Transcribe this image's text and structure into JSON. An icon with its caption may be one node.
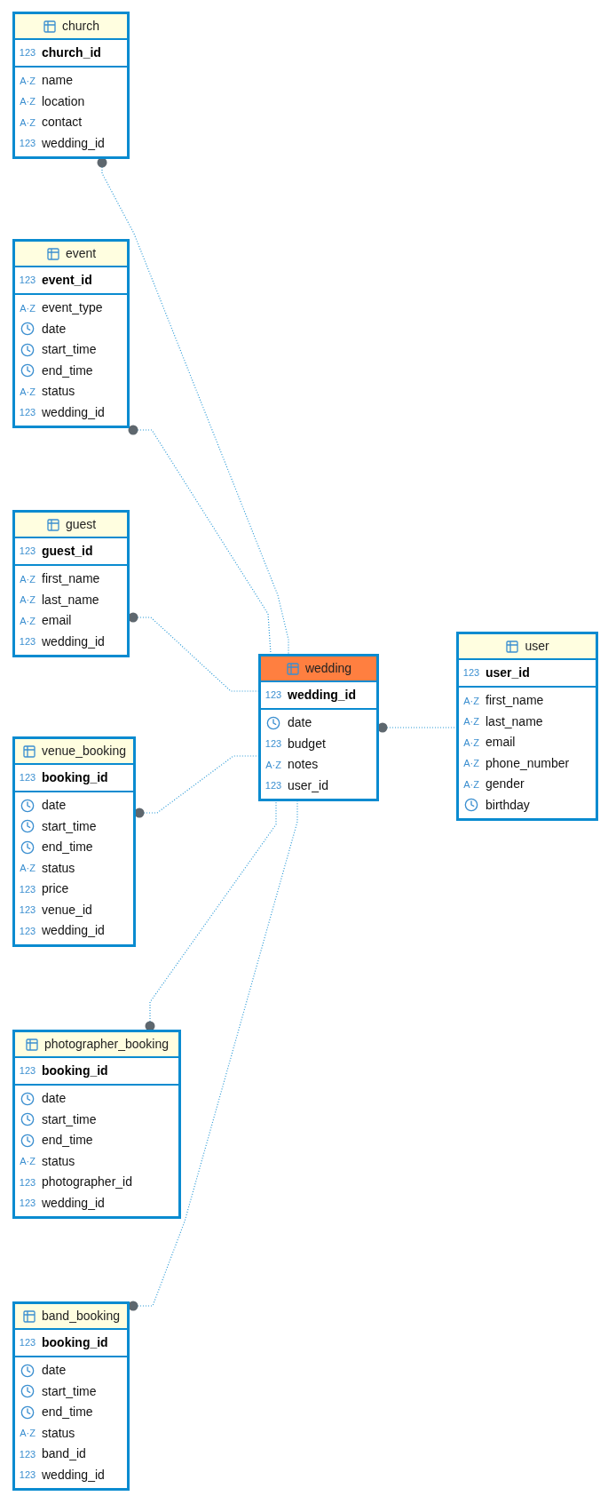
{
  "diagram": {
    "nodes": [
      {
        "text": [
          "church"
        ]
      },
      {
        "text": [
          "church_id"
        ],
        "in": 0,
        "beside": [
          "123"
        ]
      },
      {
        "text": [
          "name"
        ],
        "in": 0,
        "beside": [
          "A·Z"
        ]
      },
      {
        "text": [
          "location"
        ],
        "in": 0,
        "beside": [
          "A·Z"
        ]
      },
      {
        "text": [
          "contact"
        ],
        "in": 0,
        "beside": [
          "A·Z"
        ]
      },
      {
        "text": [
          "wedding_id"
        ],
        "in": 0,
        "beside": [
          "123"
        ]
      },
      {
        "text": [
          "event"
        ]
      },
      {
        "text": [
          "event_id"
        ],
        "in": 6,
        "beside": [
          "123"
        ]
      },
      {
        "text": [
          "event_type"
        ],
        "in": 6,
        "beside": [
          "A·Z"
        ]
      },
      {
        "text": [
          "date"
        ],
        "in": 6
      },
      {
        "text": [
          "start_time"
        ],
        "in": 6
      },
      {
        "text": [
          "end_time"
        ],
        "in": 6
      },
      {
        "text": [
          "status"
        ],
        "in": 6,
        "beside": [
          "A·Z"
        ]
      },
      {
        "text": [
          "wedding_id"
        ],
        "in": 6,
        "beside": [
          "123"
        ]
      },
      {
        "text": [
          "guest"
        ]
      },
      {
        "text": [
          "guest_id"
        ],
        "in": 14,
        "beside": [
          "123"
        ]
      },
      {
        "text": [
          "first_name"
        ],
        "in": 14,
        "beside": [
          "A·Z"
        ]
      },
      {
        "text": [
          "last_name"
        ],
        "in": 14,
        "beside": [
          "A·Z"
        ]
      },
      {
        "text": [
          "email"
        ],
        "in": 14,
        "beside": [
          "A·Z"
        ]
      },
      {
        "text": [
          "wedding_id"
        ],
        "in": 14,
        "beside": [
          "123"
        ]
      },
      {
        "text": [
          "wedding"
        ]
      },
      {
        "text": [
          "wedding_id"
        ],
        "in": 20,
        "beside": [
          "123"
        ]
      },
      {
        "text": [
          "date"
        ],
        "in": 20
      },
      {
        "text": [
          "budget"
        ],
        "in": 20,
        "beside": [
          "123"
        ]
      },
      {
        "text": [
          "notes"
        ],
        "in": 20,
        "beside": [
          "A·Z"
        ]
      },
      {
        "text": [
          "user_id"
        ],
        "in": 20,
        "beside": [
          "123"
        ]
      },
      {
        "text": [
          "user"
        ]
      },
      {
        "text": [
          "user_id"
        ],
        "in": 26,
        "beside": [
          "123"
        ]
      },
      {
        "text": [
          "first_name"
        ],
        "in": 26,
        "beside": [
          "A·Z"
        ]
      },
      {
        "text": [
          "last_name"
        ],
        "in": 26,
        "beside": [
          "A·Z"
        ]
      },
      {
        "text": [
          "email"
        ],
        "in": 26,
        "beside": [
          "A·Z"
        ]
      },
      {
        "text": [
          "phone_number"
        ],
        "in": 26,
        "beside": [
          "A·Z"
        ]
      },
      {
        "text": [
          "gender"
        ],
        "in": 26,
        "beside": [
          "A·Z"
        ]
      },
      {
        "text": [
          "birthday"
        ],
        "in": 26
      },
      {
        "text": [
          "venue_booking"
        ]
      },
      {
        "text": [
          "booking_id"
        ],
        "in": 34,
        "beside": [
          "123"
        ]
      },
      {
        "text": [
          "date"
        ],
        "in": 34
      },
      {
        "text": [
          "start_time"
        ],
        "in": 34
      },
      {
        "text": [
          "end_time"
        ],
        "in": 34
      },
      {
        "text": [
          "status"
        ],
        "in": 34,
        "beside": [
          "A·Z"
        ]
      },
      {
        "text": [
          "price"
        ],
        "in": 34,
        "beside": [
          "123"
        ]
      },
      {
        "text": [
          "venue_id"
        ],
        "in": 34,
        "beside": [
          "123"
        ]
      },
      {
        "text": [
          "wedding_id"
        ],
        "in": 34,
        "beside": [
          "123"
        ]
      },
      {
        "text": [
          "photographer_booking"
        ]
      },
      {
        "text": [
          "booking_id"
        ],
        "in": 43,
        "beside": [
          "123"
        ]
      },
      {
        "text": [
          "date"
        ],
        "in": 43
      },
      {
        "text": [
          "start_time"
        ],
        "in": 43
      },
      {
        "text": [
          "end_time"
        ],
        "in": 43
      },
      {
        "text": [
          "status"
        ],
        "in": 43,
        "beside": [
          "A·Z"
        ]
      },
      {
        "text": [
          "photographer_id"
        ],
        "in": 43,
        "beside": [
          "123"
        ]
      },
      {
        "text": [
          "wedding_id"
        ],
        "in": 43,
        "beside": [
          "123"
        ]
      },
      {
        "text": [
          "band_booking"
        ]
      },
      {
        "text": [
          "booking_id"
        ],
        "in": 51,
        "beside": [
          "123"
        ]
      },
      {
        "text": [
          "date"
        ],
        "in": 51
      },
      {
        "text": [
          "start_time"
        ],
        "in": 51
      },
      {
        "text": [
          "end_time"
        ],
        "in": 51
      },
      {
        "text": [
          "status"
        ],
        "in": 51,
        "beside": [
          "A·Z"
        ]
      },
      {
        "text": [
          "band_id"
        ],
        "in": 51,
        "beside": [
          "123"
        ]
      },
      {
        "text": [
          "wedding_id"
        ],
        "in": 51,
        "beside": [
          "123"
        ]
      }
    ],
    "edges": [
      {
        "from": 0,
        "to": 20,
        "arrow": "other"
      },
      {
        "from": 6,
        "to": 20,
        "arrow": "other"
      },
      {
        "from": 14,
        "to": 20,
        "arrow": "other"
      },
      {
        "from": 34,
        "to": 20,
        "arrow": "other"
      },
      {
        "from": 43,
        "to": 20,
        "arrow": "other"
      },
      {
        "from": 51,
        "to": 20,
        "arrow": "other"
      },
      {
        "from": 20,
        "to": 26,
        "arrow": "other"
      }
    ]
  }
}
